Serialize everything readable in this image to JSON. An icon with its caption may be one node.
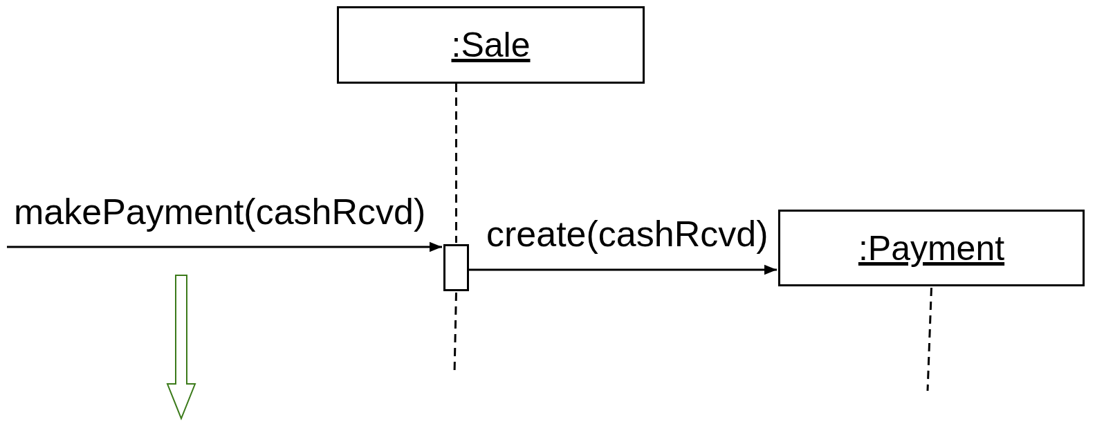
{
  "diagram": {
    "nodes": [
      {
        "text": [
          ":Sale"
        ]
      },
      {
        "text": [],
        "shape": "bar"
      },
      {
        "text": [
          ":Payment"
        ]
      }
    ],
    "edges": [
      {
        "from": null,
        "to": 1,
        "arrow": "to",
        "label": "makePayment(cashRcvd)"
      },
      {
        "from": 1,
        "to": 2,
        "arrow": "to",
        "label": "create(cashRcvd)"
      },
      {
        "from": 0,
        "to": 1,
        "arrow": "none",
        "style": "dashed"
      },
      {
        "from": 1,
        "to": null,
        "arrow": "none",
        "style": "dashed"
      },
      {
        "from": 2,
        "to": null,
        "arrow": "none",
        "style": "dashed"
      }
    ]
  }
}
